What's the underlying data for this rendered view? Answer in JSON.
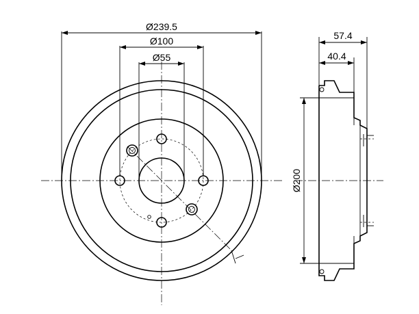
{
  "dimensions": {
    "outer_diameter": "Ø239.5",
    "pcd": "Ø100",
    "center_bore": "Ø55",
    "overall_width": "57.4",
    "inner_width": "40.4",
    "drum_inner_diameter": "Ø200"
  },
  "colors": {
    "line": "#000000",
    "background": "#ffffff"
  }
}
